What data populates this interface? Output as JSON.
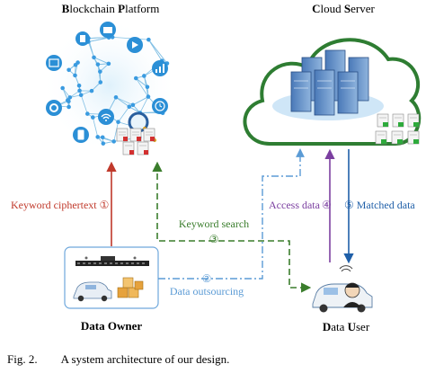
{
  "nodes": {
    "blockchain": {
      "label_bold_1": "B",
      "label_rest_1": "lockchain ",
      "label_bold_2": "P",
      "label_rest_2": "latform"
    },
    "cloud": {
      "label_bold_1": "C",
      "label_rest_1": "loud ",
      "label_bold_2": "S",
      "label_rest_2": "erver"
    },
    "owner": {
      "label_bold_1": "D",
      "label_rest_1": "ata ",
      "label_bold_2": "O",
      "label_rest_2": "wner"
    },
    "user": {
      "label_bold_1": "D",
      "label_rest_1": "ata ",
      "label_bold_2": "U",
      "label_rest_2": "ser"
    }
  },
  "edges": {
    "keyword_ciphertext": {
      "label": "Keyword ciphertext",
      "num": "①",
      "color": "#c0392b"
    },
    "keyword_search": {
      "label": "Keyword search",
      "num": "③",
      "color": "#3a7d2c"
    },
    "data_outsourcing": {
      "label": "Data outsourcing",
      "num": "②",
      "color": "#5b9bd5"
    },
    "access_data": {
      "label": "Access data",
      "num": "④",
      "color": "#7b3fa0"
    },
    "matched_data": {
      "label": "Matched data",
      "num": "⑤",
      "color": "#1f5fa8"
    }
  },
  "caption": {
    "prefix": "Fig. 2.",
    "text": "A system architecture of our design."
  }
}
